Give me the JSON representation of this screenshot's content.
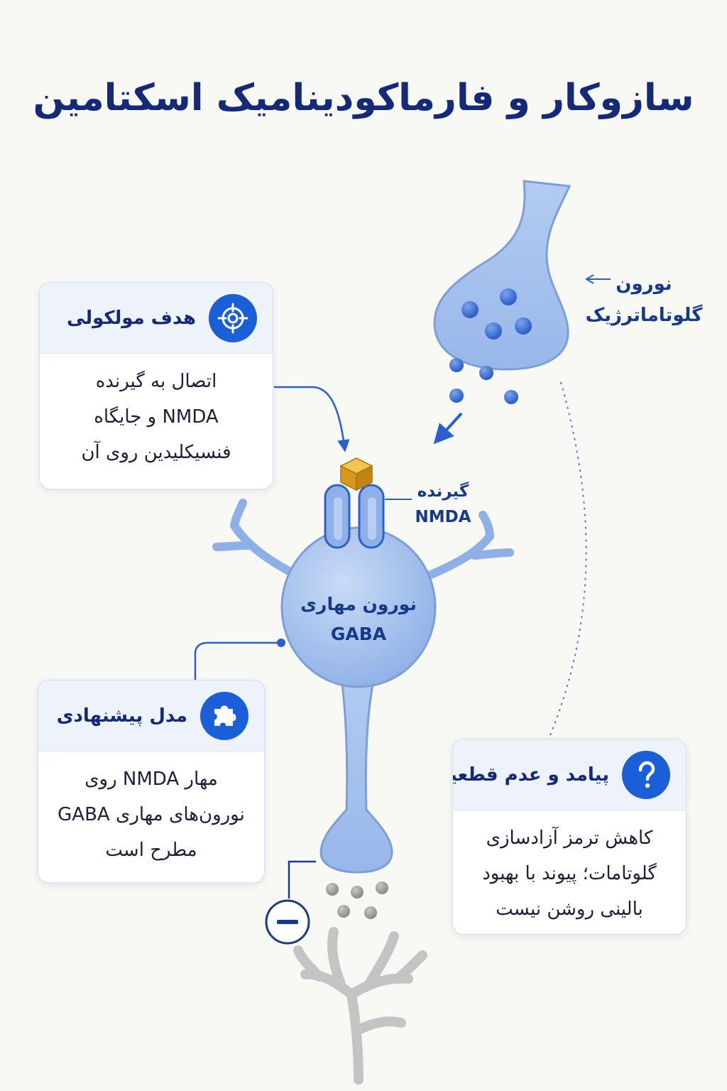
{
  "title": "سازوکار و فارماکودینامیک اسکتامین",
  "labels": {
    "glutamatergic_neuron": [
      "نورون",
      "گلوتاماترژیک"
    ],
    "nmda_receptor": [
      "گیرنده",
      "NMDA"
    ],
    "gaba_neuron": [
      "نورون مهاری",
      "GABA"
    ]
  },
  "cards": {
    "molecular_target": {
      "title": "هدف مولکولی",
      "icon": "target-icon",
      "lines": [
        "اتصال به گیرنده",
        "NMDA و جایگاه",
        "فنسیکلیدین روی آن"
      ]
    },
    "proposed_model": {
      "title": "مدل پیشنهادی",
      "icon": "puzzle-icon",
      "lines": [
        "مهار NMDA روی",
        "نورون‌های مهاری GABA",
        "مطرح است"
      ]
    },
    "outcome_uncertainty": {
      "title": "پیامد و عدم قطعیت",
      "icon": "question-icon",
      "lines": [
        "کاهش ترمز آزادسازی",
        "گلوتامات؛ پیوند با بهبود",
        "بالینی روشن نیست"
      ]
    }
  },
  "icons": [
    "arrow-left-icon",
    "minus-icon",
    "ketamine-cube-icon"
  ],
  "colors": {
    "accent": "#1a5ed8",
    "title": "#142a78",
    "neuron_fill": "#a9c3ee",
    "neuron_stroke": "#7d9fd8",
    "ketamine": "#e0a526"
  }
}
